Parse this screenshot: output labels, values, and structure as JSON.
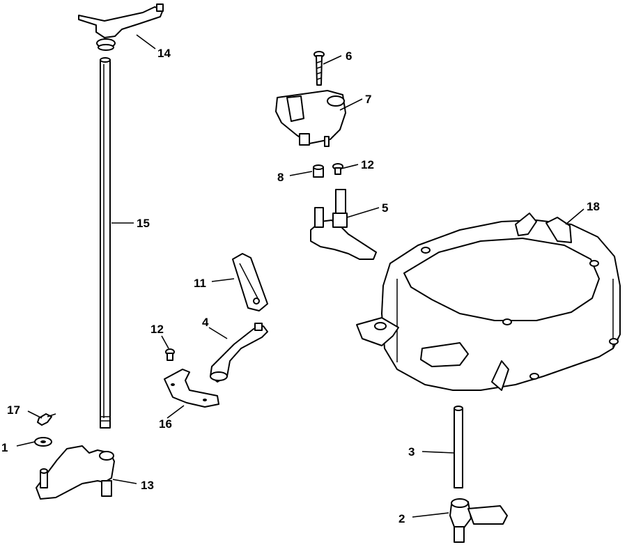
{
  "callouts": {
    "c1": "1",
    "c2": "2",
    "c3": "3",
    "c4": "4",
    "c5": "5",
    "c6": "6",
    "c7": "7",
    "c8": "8",
    "c11": "11",
    "c12a": "12",
    "c12b": "12",
    "c13": "13",
    "c14": "14",
    "c15": "15",
    "c16": "16",
    "c17": "17",
    "c18": "18"
  }
}
